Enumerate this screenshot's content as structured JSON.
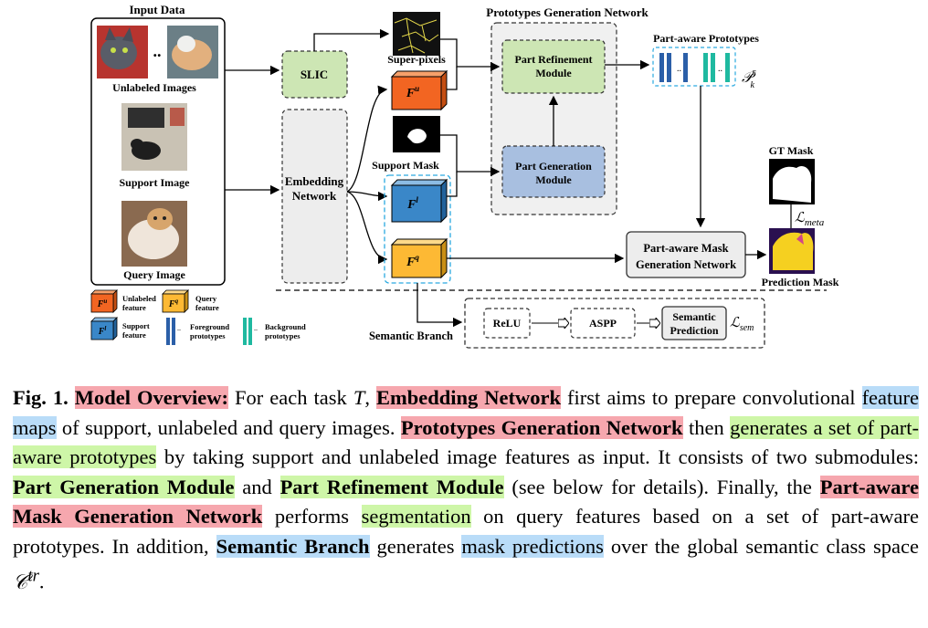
{
  "figure": {
    "input_data": {
      "title": "Input Data",
      "unlabeled_label": "Unlabeled Images",
      "dots": "..",
      "support_label": "Support Image",
      "query_label": "Query Image"
    },
    "slic": "SLIC",
    "super_pixels": "Super-pixels",
    "embedding_network": [
      "Embedding",
      "Network"
    ],
    "support_mask": "Support Mask",
    "pgn_title": "Prototypes Generation Network",
    "part_refinement": [
      "Part Refinement",
      "Module"
    ],
    "part_generation": [
      "Part Generation",
      "Module"
    ],
    "part_aware_prototypes": "Part-aware Prototypes",
    "p_k_r": "𝒫",
    "p_sup": "r",
    "p_sub": "k",
    "gt_mask": "GT Mask",
    "l_meta": "ℒ",
    "l_meta_sub": "meta",
    "pamgn": [
      "Part-aware Mask",
      "Generation Network"
    ],
    "prediction_mask": "Prediction Mask",
    "semantic_branch": "Semantic Branch",
    "relu": "ReLU",
    "aspp": "ASPP",
    "semantic_prediction": [
      "Semantic",
      "Prediction"
    ],
    "l_sem": "ℒ",
    "l_sem_sub": "sem",
    "feature_F": "F",
    "fu_sup": "u",
    "fl_sup": "l",
    "fq_sup": "q",
    "legend": {
      "unlabeled": [
        "Unlabeled",
        "feature"
      ],
      "query": [
        "Query",
        "feature"
      ],
      "support": [
        "Support",
        "feature"
      ],
      "foreground": [
        "Foreground",
        "prototypes"
      ],
      "background": [
        "Background",
        "prototypes"
      ]
    },
    "colors": {
      "orange": "#f26522",
      "blue": "#3a87c8",
      "yellow": "#fdb934",
      "green_box": "#cde6b4",
      "blue_box": "#a8bfe0",
      "dark_blue_proto": "#2b5fa8",
      "teal_proto": "#1fb9a0",
      "cyan_dashed": "#2aa9e0"
    }
  },
  "caption": {
    "fig_label": "Fig. 1.",
    "h1": "Model Overview:",
    "t1": " For each task ",
    "T": "T",
    "t2": ", ",
    "h2": "Embedding Network",
    "t3": " first aims to prepare convolutional ",
    "h3": "feature maps",
    "t4": " of support, unlabeled and query images. ",
    "h4": "Prototypes Generation Network",
    "t5": " then ",
    "h5": "generates a set of part-aware prototypes",
    "t6": " by taking support and unlabeled image features as input. It consists of two submodules: ",
    "h6": "Part Generation Module",
    "t7": " and ",
    "h7": "Part Refinement Module",
    "t8": " (see below for details). Finally, the ",
    "h8": "Part-aware Mask Generation Network",
    "t9": " performs ",
    "h9": "segmentation",
    "t10": " on query features based on a set of part-aware prototypes. In addition, ",
    "h10": "Semantic Branch",
    "t11": " generates ",
    "h11": "mask predictions",
    "t12": " over the global semantic class space ",
    "C": "𝒞",
    "C_sup": "tr",
    "t13": "."
  }
}
